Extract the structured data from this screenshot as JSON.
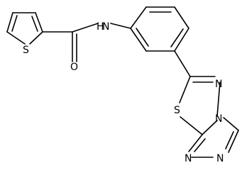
{
  "atoms": {
    "thiophene_sulfur": "S",
    "carbonyl_oxygen": "O",
    "amide_nitrogen": "N",
    "amide_hydrogen": "H",
    "thiadiazole_sulfur": "S",
    "bridge_nitrogen_upper": "N",
    "triazole_nitrogen": "N",
    "bridge_nitrogen_lower": "N",
    "triazole_nitrogen_lower": "N"
  }
}
